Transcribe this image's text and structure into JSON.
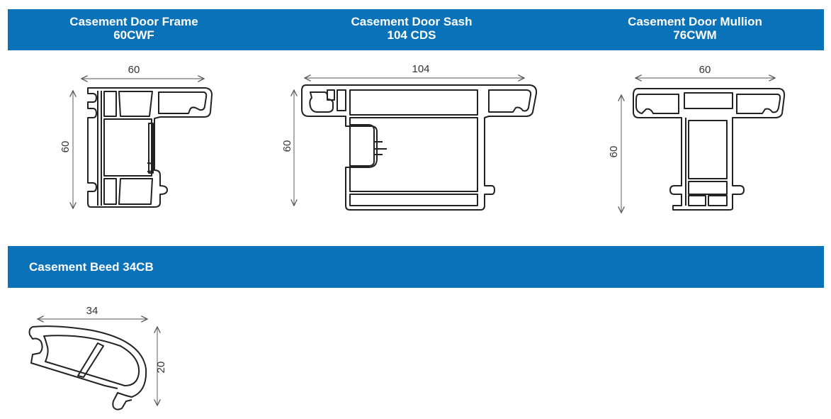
{
  "header_band": {
    "color": "#0a72b8",
    "profiles": [
      {
        "title": "Casement Door Frame",
        "code": "60CWF"
      },
      {
        "title": "Casement Door Sash",
        "code": "104 CDS"
      },
      {
        "title": "Casement Door Mullion",
        "code": "76CWM"
      }
    ]
  },
  "bead_band": {
    "title": "Casement Beed 34CB"
  },
  "dimensions": {
    "frame": {
      "width": "60",
      "height": "60"
    },
    "sash": {
      "width": "104",
      "height": "60"
    },
    "mullion": {
      "width": "60",
      "height": "60"
    },
    "bead": {
      "width": "34",
      "height": "20"
    }
  }
}
